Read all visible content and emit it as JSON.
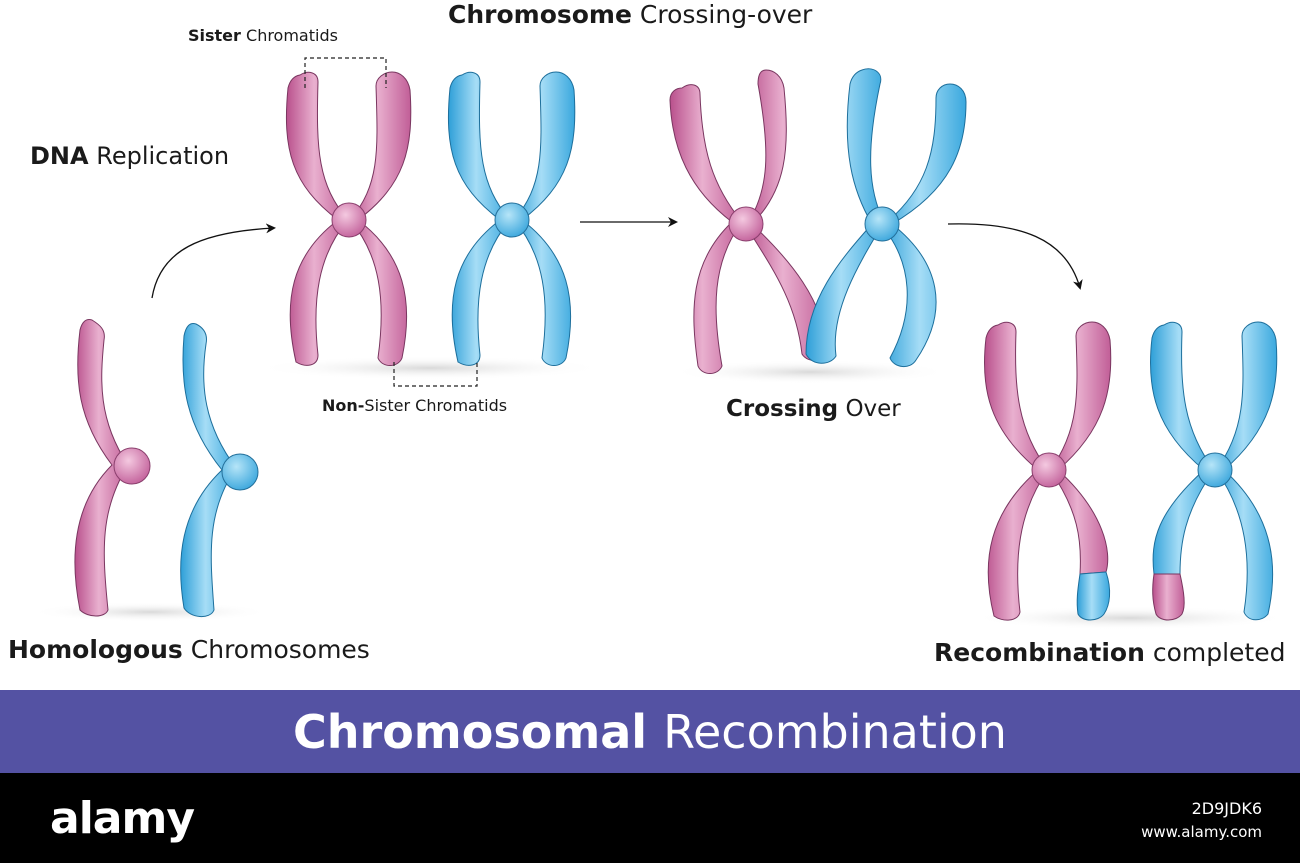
{
  "title": {
    "bold": "Chromosome",
    "rest": "Crossing-over"
  },
  "labels": {
    "sister": {
      "bold": "Sister",
      "rest": "Chromatids"
    },
    "dna": {
      "bold": "DNA",
      "rest": "Replication"
    },
    "non_sister": {
      "bold": "Non-",
      "rest": "Sister Chromatids"
    },
    "crossing": {
      "bold": "Crossing",
      "rest": "Over"
    },
    "homologous": {
      "bold": "Homologous",
      "rest": "Chromosomes"
    },
    "recombination": {
      "bold": "Recombination",
      "rest": "completed"
    }
  },
  "banner": {
    "bold": "Chromosomal",
    "rest": "Recombination"
  },
  "footer": {
    "logo": "alamy",
    "image_id": "2D9JDK6",
    "url": "www.alamy.com"
  },
  "colors": {
    "pink": "#c9679f",
    "pink_light": "#e7a9cb",
    "blue": "#47b0e2",
    "blue_light": "#9ed9f5",
    "banner": "#5452a3",
    "footer": "#000000"
  }
}
